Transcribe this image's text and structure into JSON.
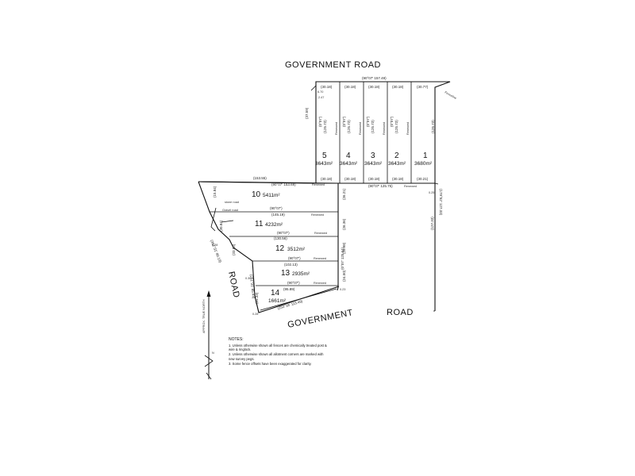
{
  "roads": {
    "top": "GOVERNMENT   ROAD",
    "left": "ROAD",
    "bottom_government": "GOVERNMENT",
    "bottom_road": "ROAD"
  },
  "lots": [
    {
      "num": "5",
      "area": "3643m²"
    },
    {
      "num": "4",
      "area": "3643m²"
    },
    {
      "num": "3",
      "area": "3643m²"
    },
    {
      "num": "2",
      "area": "3643m²"
    },
    {
      "num": "1",
      "area": "3680m²"
    },
    {
      "num": "10",
      "area": "5411m²"
    },
    {
      "num": "11",
      "area": "4232m²"
    },
    {
      "num": "12",
      "area": "3512m²"
    },
    {
      "num": "13",
      "area": "2935m²"
    },
    {
      "num": "14",
      "area": "1661m²"
    }
  ],
  "dims": {
    "top_bearing": "(90°07'  157.49)",
    "lot_widths_top": [
      "(30.18)",
      "(30.18)",
      "(30.18)",
      "(30.18)",
      "(30.77)"
    ],
    "lot_widths_bottom": [
      "(30.18)",
      "(30.18)",
      "(30.18)",
      "(30.18)",
      "(30.21)"
    ],
    "lot_depths": [
      "(125.73)",
      "(125.73)",
      "(125.73)",
      "(125.73)",
      "(125.73)"
    ],
    "lot_bearings": [
      "(0°07')",
      "(0°07')",
      "(0°07')",
      "(0°07')"
    ],
    "renewed": "Renewed",
    "mid_line": "(90°07'  125.75)",
    "lot10_top": "(90°07'  153.69)",
    "lot10_length": "(153.55)",
    "lot11_top": "(90°07')",
    "lot11_length": "(145.19)",
    "lot12_top": "(90°07')",
    "lot12_length": "(130.56)",
    "lot13_top": "(90°07')",
    "lot13_length": "(102.13)",
    "lot14_top": "(90°07')",
    "lot14_length": "(95.89)",
    "east_bearing": "(0°07'  125.64)",
    "right_bearing": "(179°52'  127.33)",
    "right_length": "(127.33)",
    "left_bearing": "(351°31'  80.19)",
    "bottom_bearing": "(252°18'  115.49)",
    "left_lower": "(251°31'  85.43)",
    "stone_road": "stone road",
    "gravel_road": "Gravel road",
    "fenceline": "Fenceline",
    "small_values": [
      "6.70",
      "2.47",
      "0.25",
      "0.28",
      "0.30",
      "0.23",
      "0.28"
    ],
    "lot_side": [
      "(26.21)",
      "(26.36)",
      "(28.98)",
      "(24.50)"
    ],
    "lot_left": [
      "(37.59)",
      "(15.84)",
      "(30.84)",
      "(33.53)",
      "(25.33)"
    ]
  },
  "north_arrow": {
    "label": "APPROX. TRUE NORTH",
    "letter": "N"
  },
  "notes": {
    "title": "NOTES:",
    "items": [
      "1. Unless otherwise shown all fences are chemically treated post & wire & ringlock.",
      "2. Unless otherwise shown all allotment corners are marked with new survey pegs.",
      "3. Some fence offsets have been exaggerated for clarity."
    ]
  }
}
